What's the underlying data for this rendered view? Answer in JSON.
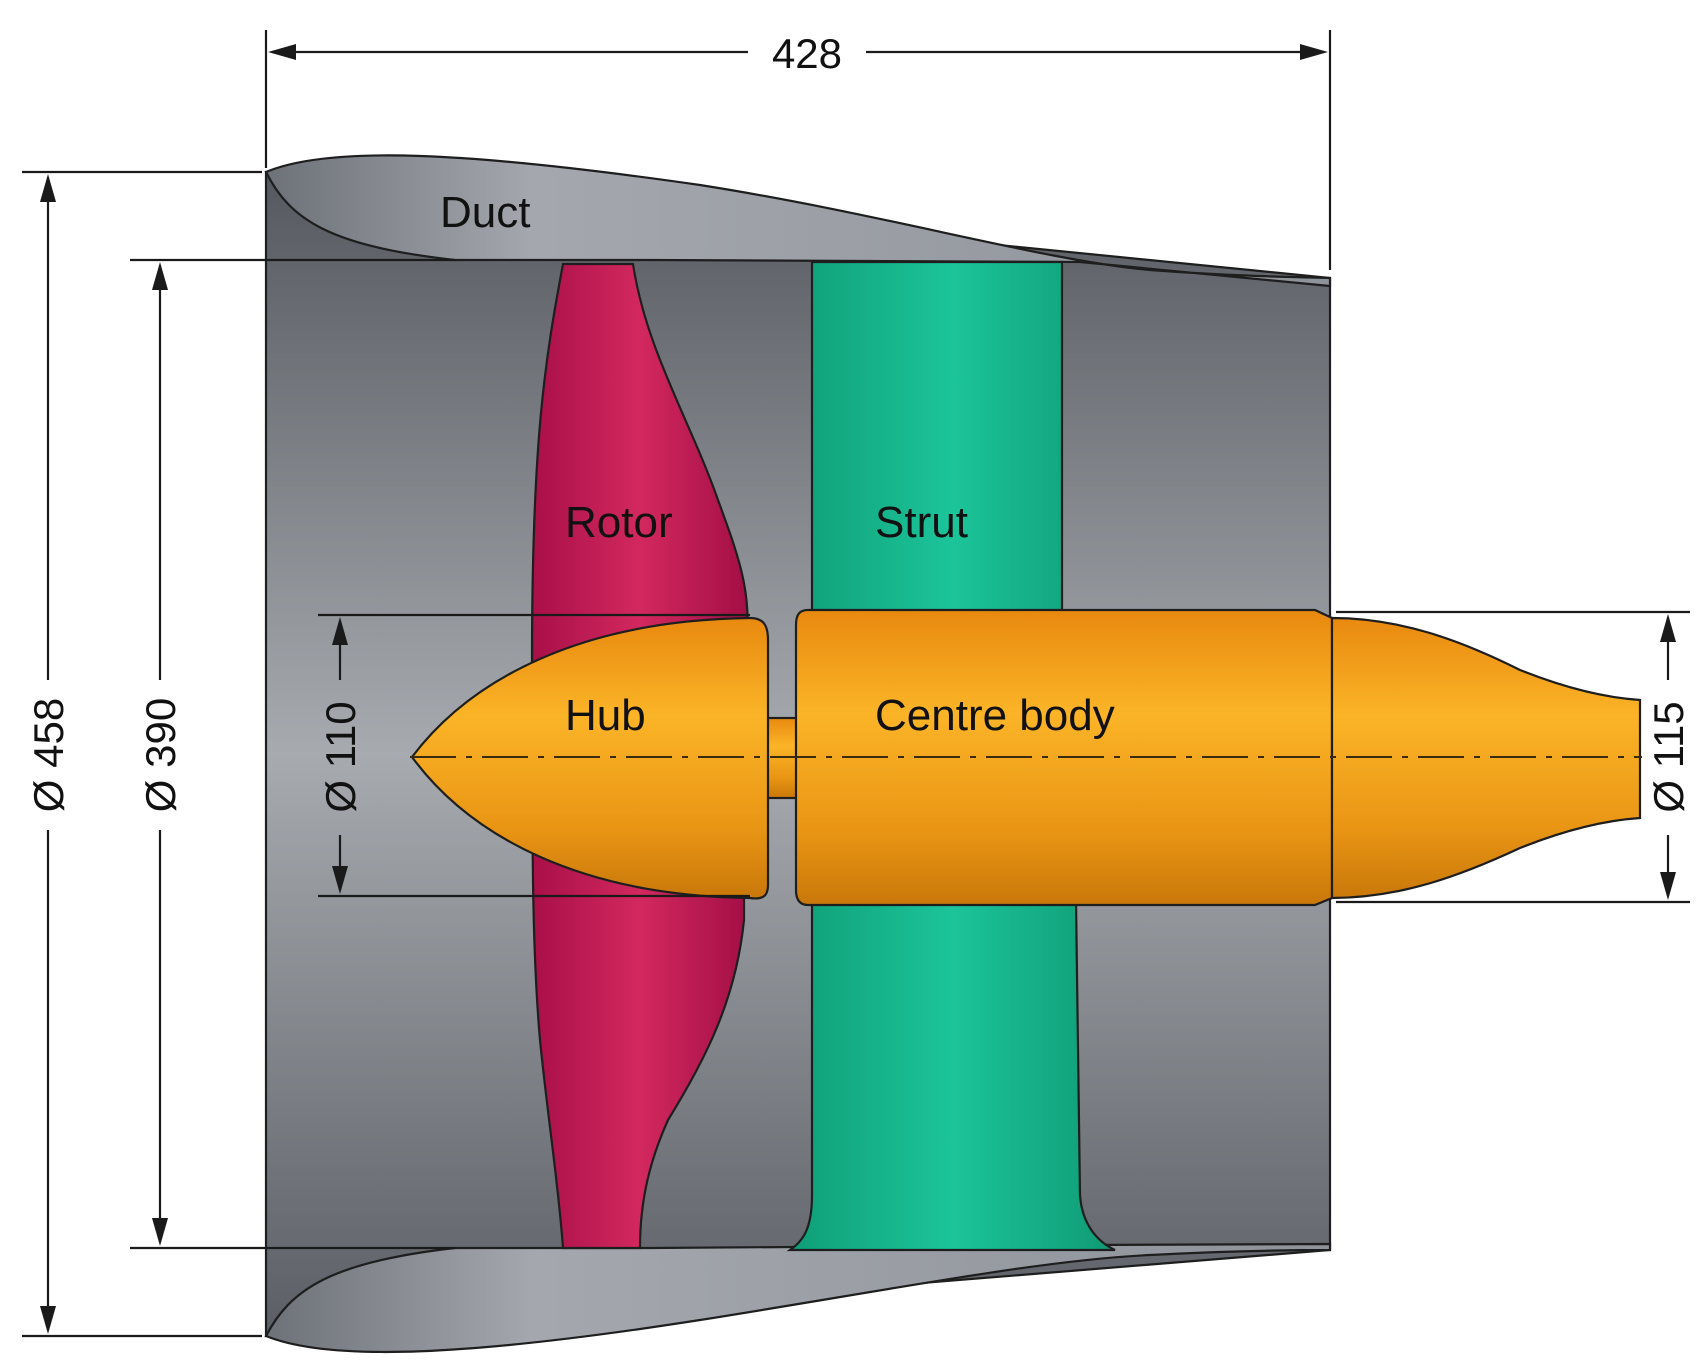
{
  "labels": {
    "duct": "Duct",
    "rotor": "Rotor",
    "strut": "Strut",
    "hub": "Hub",
    "centre_body": "Centre body"
  },
  "dimensions": {
    "length": "428",
    "duct_outer_diameter": "Ø 458",
    "duct_inner_diameter": "Ø 390",
    "hub_diameter": "Ø 110",
    "centre_body_tail_diameter": "Ø 115"
  },
  "colors": {
    "duct_surface": "#9aa0a8",
    "duct_interior": "#6b7077",
    "rotor": "#c2185b",
    "strut": "#17b58e",
    "hub_centre_body": "#f5a21a",
    "lines": "#1a1a1a"
  }
}
